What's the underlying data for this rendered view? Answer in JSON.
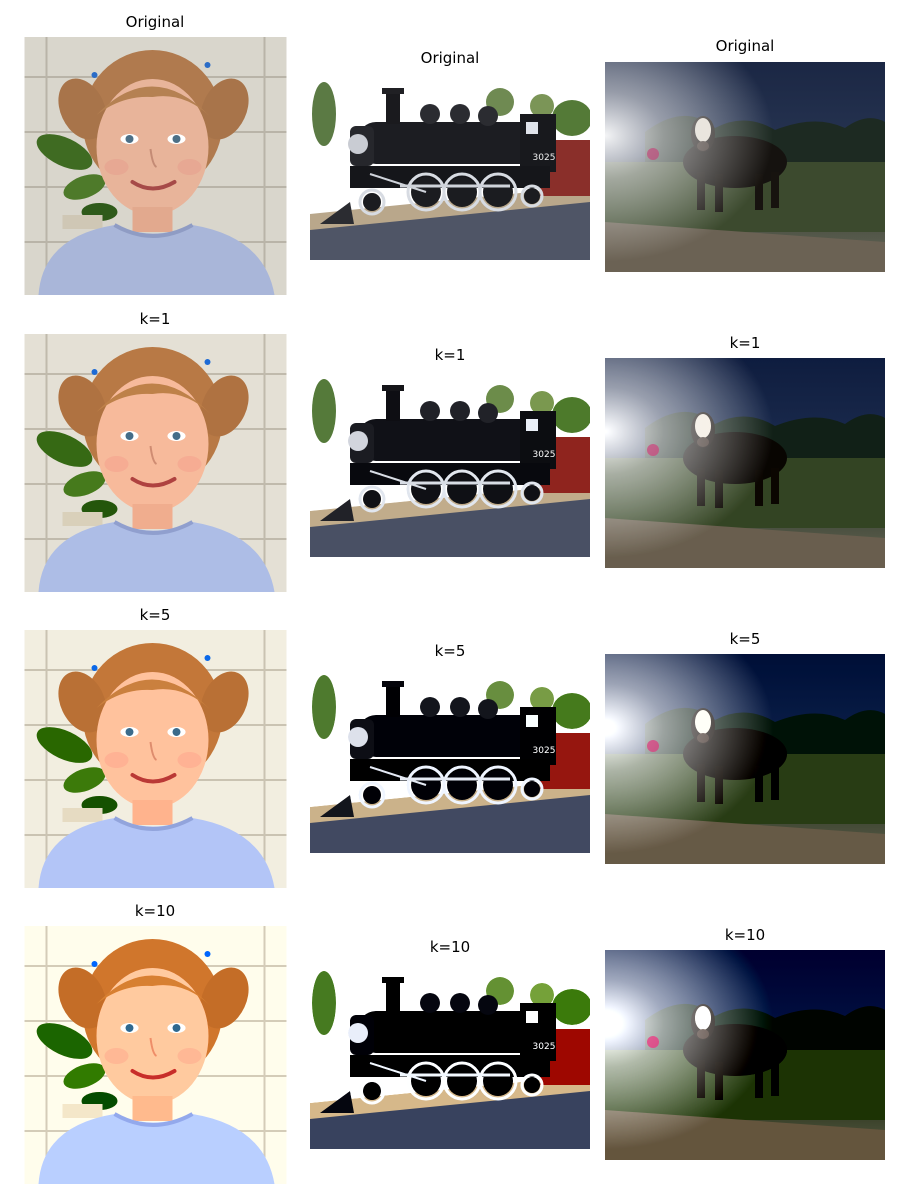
{
  "rows": [
    {
      "label": "Original"
    },
    {
      "label": "k=1"
    },
    {
      "label": "k=5"
    },
    {
      "label": "k=10"
    }
  ],
  "columns": [
    {
      "subject": "girl portrait"
    },
    {
      "subject": "steam locomotive"
    },
    {
      "subject": "cow at night"
    }
  ],
  "train_number": "3025"
}
